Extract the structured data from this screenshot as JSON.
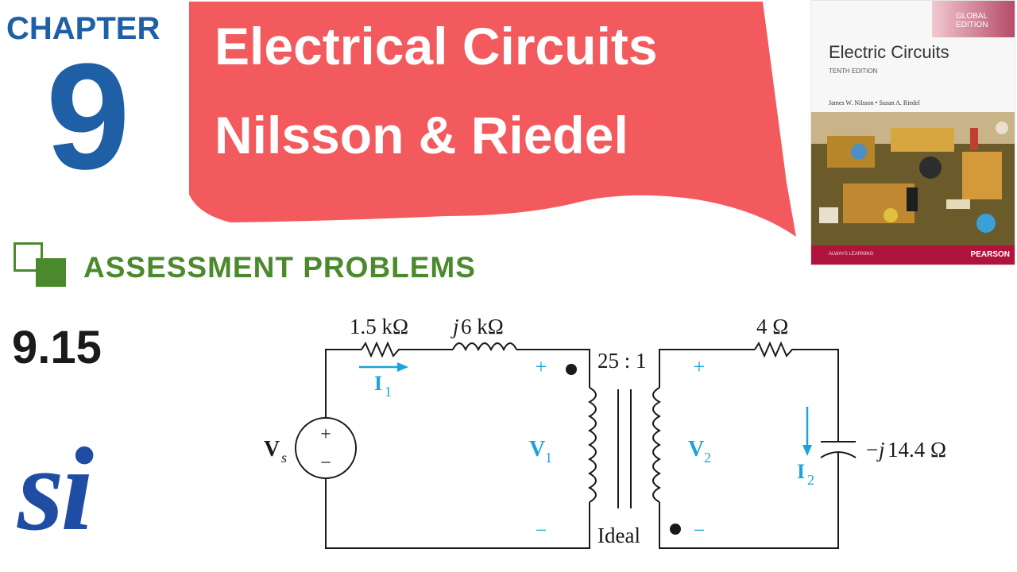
{
  "header": {
    "chapter_label": "CHAPTER",
    "chapter_number": "9",
    "banner_line_1": "Electrical Circuits",
    "banner_line_2": "Nilsson & Riedel",
    "banner_color": "#f25a5e"
  },
  "book_cover": {
    "badge": "GLOBAL EDITION",
    "title": "Electric Circuits",
    "edition": "TENTH EDITION",
    "authors": "James W. Nilsson • Susan A. Riedel",
    "tagline": "ALWAYS LEARNING",
    "publisher": "PEARSON",
    "accent": "#b0143c"
  },
  "section": {
    "heading": "ASSESSMENT PROBLEMS",
    "heading_color": "#4b8a2c",
    "problem_number": "9.15",
    "logo_text": "si"
  },
  "circuit": {
    "resistor_1": "1.5 kΩ",
    "inductor_j": "j",
    "inductor_value": "6 kΩ",
    "current_1": "I",
    "current_1_sub": "1",
    "source": "V",
    "source_sub": "s",
    "source_plus": "+",
    "source_minus": "−",
    "v1_plus": "+",
    "v1_minus": "−",
    "v1": "V",
    "v1_sub": "1",
    "turns_ratio": "25 : 1",
    "ideal_label": "Ideal",
    "v2_plus": "+",
    "v2_minus": "−",
    "v2": "V",
    "v2_sub": "2",
    "resistor_2": "4 Ω",
    "current_2": "I",
    "current_2_sub": "2",
    "capacitor_prefix": "−",
    "capacitor_j": "j",
    "capacitor_value": "14.4 Ω",
    "label_color": "#1aa3dc"
  }
}
